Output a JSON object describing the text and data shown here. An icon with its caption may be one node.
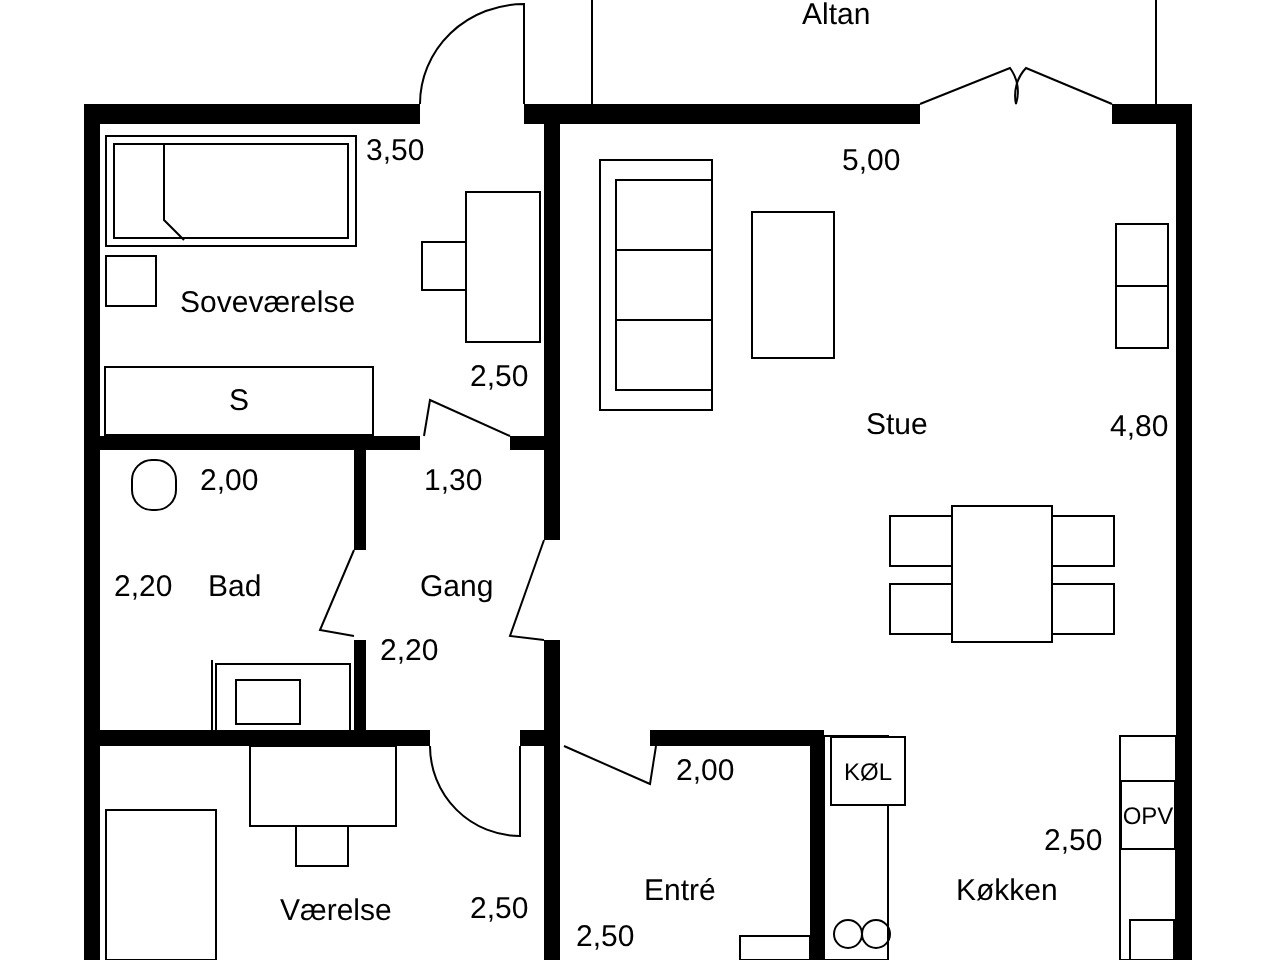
{
  "diagram": {
    "nodes": [
      {
        "text": [
          "Altan"
        ]
      },
      {
        "text": [
          "Soveværelse"
        ]
      },
      {
        "text": [
          "S"
        ],
        "in": 1
      },
      {
        "text": [
          "Stue",
          "Køkken"
        ]
      },
      {
        "text": [
          "KØL"
        ],
        "in": 3
      },
      {
        "text": [
          "OPV"
        ],
        "in": 3
      },
      {
        "text": [
          "Bad"
        ]
      },
      {
        "text": [
          "Gang"
        ]
      },
      {
        "text": [
          "Værelse"
        ]
      },
      {
        "text": [
          "Entré"
        ]
      }
    ],
    "edges": [],
    "labels": [
      "3,50",
      "5,00",
      "2,50",
      "4,80",
      "2,00",
      "1,30",
      "2,20",
      "2,20",
      "2,00",
      "2,50",
      "2,50",
      "2,50"
    ]
  }
}
